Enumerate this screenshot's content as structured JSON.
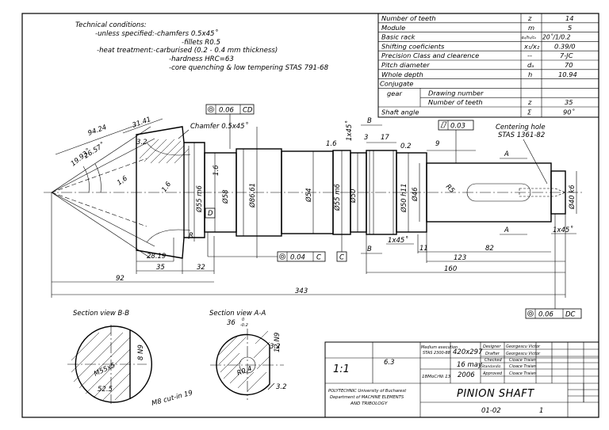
{
  "technical_conditions": {
    "title": "Technical conditions:",
    "unless_specified": "-unless specified:-chamfers 0.5x45˚",
    "fillets": "-fillets R0.5",
    "heat_treatment": "-heat treatment:-carburised (0.2 - 0.4 mm thickness)",
    "hardness": "-hardness HRC=63",
    "core": "-core quenching & low tempering STAS 791-68"
  },
  "gear_table": {
    "rows": [
      {
        "label": "Number of teeth",
        "symbol": "z",
        "value": "14"
      },
      {
        "label": "Module",
        "symbol": "m",
        "value": "5"
      },
      {
        "label": "Basic rack",
        "symbol": "α₀/h₀/c₀",
        "value": "20˚/1/0.2"
      },
      {
        "label": "Shifting coeficients",
        "symbol": "x₁/x₂",
        "value": "0.39/0"
      },
      {
        "label": "Precision Class and clearence",
        "symbol": "--",
        "value": "7-JC"
      },
      {
        "label": "Pitch diameter",
        "symbol": "dₐ",
        "value": "70"
      },
      {
        "label": "Whole depth",
        "symbol": "h",
        "value": "10.94"
      }
    ],
    "conjugate_label_1": "Conjugate",
    "conjugate_label_2": "gear",
    "drawing_number_label": "Drawing number",
    "conj_teeth_label": "Number of teeth",
    "conj_teeth_symbol": "z",
    "conj_teeth_value": "35",
    "shaft_angle_label": "Shaft angle",
    "shaft_angle_symbol": "Σ",
    "shaft_angle_value": "90˚"
  },
  "dimensions": {
    "d94_24": "94.24",
    "d31_41": "31.41",
    "d3_2": "3.2",
    "d26_57": "26.57˚",
    "d19_93": "19.93˚",
    "d1_6a": "1,6",
    "d1_6b": "1.6",
    "d1_6c": "1.6",
    "chamfer_note": "Chamfer 0.5x45˚",
    "d1x45_top": "1x45˚",
    "d3": "3",
    "d17": "17",
    "d0_2": "0.2",
    "d9": "9",
    "r5": "R5",
    "m6_55": "Ø55 m6",
    "dia58": "Ø58",
    "dia86_61": "Ø86.61",
    "dia54": "Ø54",
    "dia55m6b": "Ø55 m6",
    "dia50": "Ø50",
    "dia50h11": "Ø50 h11",
    "dia46": "Ø46",
    "dia40k6": "Ø40 k6",
    "d28_19": "28.19",
    "d35": "35",
    "d32": "32",
    "d92": "92",
    "d343": "343",
    "d11": "11",
    "d82": "82",
    "d123": "123",
    "d160": "160",
    "d1x45_mid": "1x45˚",
    "d1x45_right": "1x45˚",
    "r_label": "R",
    "centering_hole": "Centering hole",
    "centering_std": "STAS 1361-82"
  },
  "references": {
    "gdt1_value": "0.06",
    "gdt1_ref": "CD",
    "gdt2_value": "0.04",
    "gdt2_ref": "C",
    "gdt3_value": "0.03",
    "gdt4_value": "0.06",
    "gdt4_ref": "DC",
    "datum_d": "D",
    "datum_c": "C",
    "sec_b1": "B",
    "sec_b2": "B",
    "sec_a1": "A",
    "sec_a2": "A"
  },
  "sections": {
    "bb_title": "Section view B-B",
    "bb_dim_n9": "8 N9",
    "bb_dim_m55": "M55x5",
    "bb_dim_52": "52.5",
    "aa_title": "Section view A-A",
    "aa_dim_36": "36",
    "aa_tol_hi": "0",
    "aa_tol_lo": "-0.2",
    "aa_dim_n9": "12 N9",
    "aa_dim_32a": "3.2",
    "aa_dim_32b": "3.2",
    "aa_dim_r04": "R0.4",
    "aa_m8": "M8 cut-in 19"
  },
  "title_block": {
    "scale": "1:1",
    "roughness": "6.3",
    "exec_1": "Medium execution",
    "exec_2": "STAS 2300-88",
    "format": "420x297",
    "material": "18MoCrNi 13",
    "date_1": "16 may",
    "date_2": "2006",
    "roles": [
      {
        "role": "Designer",
        "name": "Georgescu Victor"
      },
      {
        "role": "Drafter",
        "name": "Georgescu Victor"
      },
      {
        "role": "Checked",
        "name": "Cioace Traian"
      },
      {
        "role": "Standardiz.",
        "name": "Cioace Traian"
      },
      {
        "role": "Approved",
        "name": "Cioace Traian"
      }
    ],
    "org_1": "POLYTECHNIC University of Bucharest",
    "org_2": "Department of MACHINE ELEMENTS",
    "org_3": "AND TRIBOLOGY",
    "part_name": "PINION SHAFT",
    "drawing_no": "01-02",
    "sheet": "1"
  }
}
